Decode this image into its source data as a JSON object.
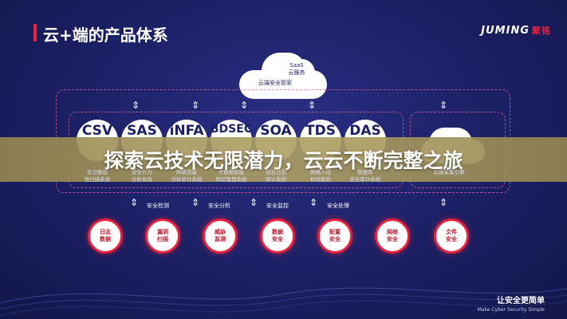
{
  "header": {
    "title": "云+端的产品体系",
    "logo_brand": "JUMING",
    "logo_cn": "聚铭"
  },
  "cloud_top": {
    "saas": "SaaS",
    "service": "云服务",
    "label": "云端安全管家"
  },
  "products": [
    {
      "name": "CSV",
      "system": "安全脆弱\n性扫描系统"
    },
    {
      "name": "SAS",
      "system": "安全行为\n分析系统"
    },
    {
      "name": "iNFA",
      "system": "网络流量\n分析审计系统"
    },
    {
      "name": "BDSEC",
      "system": "大数据智能\n知识管理系统"
    },
    {
      "name": "SOA",
      "system": "综合日志\n审计系统"
    },
    {
      "name": "TDS",
      "system": "网络入侵\n检测系统"
    },
    {
      "name": "DAS",
      "system": "数据库\n安全审计系统"
    }
  ],
  "right_box": {
    "label": "云端采集引擎"
  },
  "banner": {
    "text": "探索云技术无限潜力，云云不断完整之旅"
  },
  "functions": [
    "安全检测",
    "安全分析",
    "安全监控",
    "安全处理"
  ],
  "endpoints": [
    {
      "label": "日志\n数据"
    },
    {
      "label": "漏洞\n扫描"
    },
    {
      "label": "威胁\n监测"
    },
    {
      "label": "数据\n安全"
    },
    {
      "label": "配置\n安全"
    },
    {
      "label": "网络\n安全"
    },
    {
      "label": "文件\n安全"
    }
  ],
  "footer": {
    "title": "让安全更简单",
    "sub": "Make Cyber Security Simple"
  }
}
